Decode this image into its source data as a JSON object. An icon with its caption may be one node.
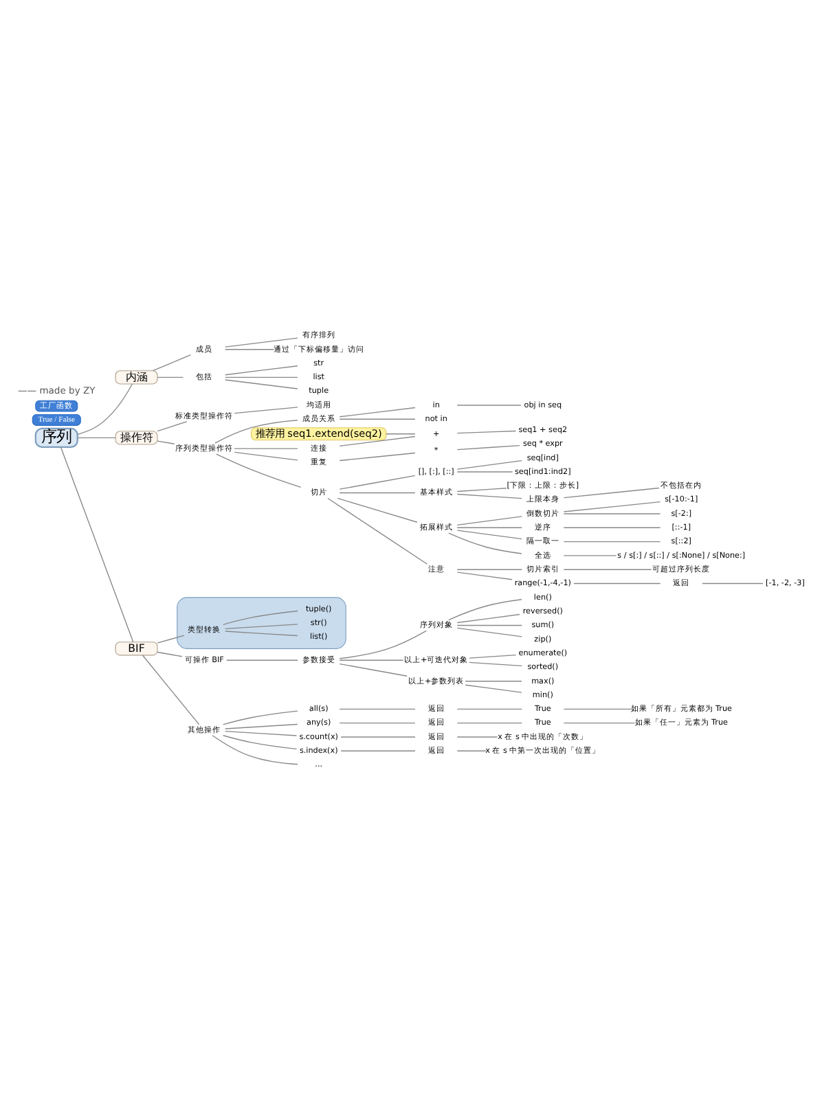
{
  "diagram": {
    "nodes": [
      {
        "text": [
          "序列"
        ]
      },
      {
        "text": [
          "内涵"
        ]
      },
      {
        "text": [
          "成员"
        ]
      },
      {
        "text": [
          "有序排列"
        ]
      },
      {
        "text": [
          "通过「下标偏移量」访问"
        ]
      },
      {
        "text": [
          "包括"
        ]
      },
      {
        "text": [
          "str"
        ]
      },
      {
        "text": [
          "list"
        ]
      },
      {
        "text": [
          "tuple"
        ]
      },
      {
        "text": [
          "操作符"
        ]
      },
      {
        "text": [
          "标准类型操作符"
        ]
      },
      {
        "text": [
          "均适用"
        ]
      },
      {
        "text": [
          "序列类型操作符"
        ]
      },
      {
        "text": [
          "成员关系"
        ]
      },
      {
        "text": [
          "in"
        ]
      },
      {
        "text": [
          "obj in seq"
        ]
      },
      {
        "text": [
          "not in"
        ]
      },
      {
        "text": [
          "True / False"
        ]
      },
      {
        "text": [
          "推荐用 seq1.extend(seq2)"
        ]
      },
      {
        "text": [
          "连接"
        ]
      },
      {
        "text": [
          "+"
        ]
      },
      {
        "text": [
          "seq1 + seq2"
        ]
      },
      {
        "text": [
          "重复"
        ]
      },
      {
        "text": [
          "*"
        ]
      },
      {
        "text": [
          "seq * expr"
        ]
      },
      {
        "text": [
          "切片"
        ]
      },
      {
        "text": [
          "[], [:], [::]"
        ]
      },
      {
        "text": [
          "seq[ind]"
        ]
      },
      {
        "text": [
          "seq[ind1:ind2]"
        ]
      },
      {
        "text": [
          "基本样式"
        ]
      },
      {
        "text": [
          "[下限：上限：步长]"
        ]
      },
      {
        "text": [
          "上限本身"
        ]
      },
      {
        "text": [
          "不包括在内"
        ]
      },
      {
        "text": [
          "拓展样式"
        ]
      },
      {
        "text": [
          "倒数切片"
        ]
      },
      {
        "text": [
          "s[-10:-1]"
        ]
      },
      {
        "text": [
          "s[-2:]"
        ]
      },
      {
        "text": [
          "逆序"
        ]
      },
      {
        "text": [
          "[::-1]"
        ]
      },
      {
        "text": [
          "隔一取一"
        ]
      },
      {
        "text": [
          "s[::2]"
        ]
      },
      {
        "text": [
          "全选"
        ]
      },
      {
        "text": [
          "s / s[:] / s[::] / s[:None] / s[None:]"
        ]
      },
      {
        "text": [
          "注意"
        ]
      },
      {
        "text": [
          "切片索引"
        ]
      },
      {
        "text": [
          "可超过序列长度"
        ]
      },
      {
        "text": [
          "range(-1,-4,-1)"
        ]
      },
      {
        "text": [
          "返回"
        ]
      },
      {
        "text": [
          "[-1, -2, -3]"
        ]
      },
      {
        "text": [
          "BIF"
        ]
      },
      {
        "text": [],
        "shape": "box"
      },
      {
        "text": [
          "类型转换"
        ],
        "in": 50
      },
      {
        "text": [
          "list()"
        ],
        "in": 50
      },
      {
        "text": [
          "str()"
        ],
        "in": 50
      },
      {
        "text": [
          "tuple()"
        ],
        "in": 50
      },
      {
        "text": [
          "工厂函数"
        ]
      },
      {
        "text": [
          "可操作 BIF"
        ]
      },
      {
        "text": [
          "参数接受"
        ]
      },
      {
        "text": [
          "序列对象"
        ]
      },
      {
        "text": [
          "len()"
        ]
      },
      {
        "text": [
          "reversed()"
        ]
      },
      {
        "text": [
          "sum()"
        ]
      },
      {
        "text": [
          "zip()"
        ]
      },
      {
        "text": [
          "以上+可迭代对象"
        ]
      },
      {
        "text": [
          "enumerate()"
        ]
      },
      {
        "text": [
          "sorted()"
        ]
      },
      {
        "text": [
          "以上+参数列表"
        ]
      },
      {
        "text": [
          "max()"
        ]
      },
      {
        "text": [
          "min()"
        ]
      },
      {
        "text": [
          "其他操作"
        ]
      },
      {
        "text": [
          "all(s)"
        ]
      },
      {
        "text": [
          "返回"
        ]
      },
      {
        "text": [
          "True"
        ]
      },
      {
        "text": [
          "如果「所有」元素都为 True"
        ]
      },
      {
        "text": [
          "any(s)"
        ]
      },
      {
        "text": [
          "返回"
        ]
      },
      {
        "text": [
          "True"
        ]
      },
      {
        "text": [
          "如果「任一」元素为 True"
        ]
      },
      {
        "text": [
          "s.count(x)"
        ]
      },
      {
        "text": [
          "返回"
        ]
      },
      {
        "text": [
          "x 在 s 中出现的「次数」"
        ]
      },
      {
        "text": [
          "s.index(x)"
        ]
      },
      {
        "text": [
          "返回"
        ]
      },
      {
        "text": [
          "x 在 s 中第一次出现的「位置」"
        ]
      },
      {
        "text": [
          "..."
        ]
      }
    ],
    "edges": [
      {
        "from": 0,
        "to": 1,
        "arrow": "none"
      },
      {
        "from": 1,
        "to": 2,
        "arrow": "none"
      },
      {
        "from": 2,
        "to": 3,
        "arrow": "none"
      },
      {
        "from": 2,
        "to": 4,
        "arrow": "none"
      },
      {
        "from": 1,
        "to": 5,
        "arrow": "none"
      },
      {
        "from": 5,
        "to": 6,
        "arrow": "none"
      },
      {
        "from": 5,
        "to": 7,
        "arrow": "none"
      },
      {
        "from": 5,
        "to": 8,
        "arrow": "none"
      },
      {
        "from": 0,
        "to": 9,
        "arrow": "none"
      },
      {
        "from": 9,
        "to": 10,
        "arrow": "none"
      },
      {
        "from": 10,
        "to": 11,
        "arrow": "none"
      },
      {
        "from": 9,
        "to": 12,
        "arrow": "none"
      },
      {
        "from": 12,
        "to": 13,
        "arrow": "none"
      },
      {
        "from": 13,
        "to": 14,
        "arrow": "none"
      },
      {
        "from": 14,
        "to": 15,
        "arrow": "none"
      },
      {
        "from": 13,
        "to": 16,
        "arrow": "none"
      },
      {
        "from": 18,
        "to": 20,
        "arrow": "none"
      },
      {
        "from": 12,
        "to": 19,
        "arrow": "none"
      },
      {
        "from": 19,
        "to": 20,
        "arrow": "none"
      },
      {
        "from": 20,
        "to": 21,
        "arrow": "none"
      },
      {
        "from": 12,
        "to": 22,
        "arrow": "none"
      },
      {
        "from": 22,
        "to": 23,
        "arrow": "none"
      },
      {
        "from": 23,
        "to": 24,
        "arrow": "none"
      },
      {
        "from": 12,
        "to": 25,
        "arrow": "none"
      },
      {
        "from": 25,
        "to": 26,
        "arrow": "none"
      },
      {
        "from": 26,
        "to": 27,
        "arrow": "none"
      },
      {
        "from": 26,
        "to": 28,
        "arrow": "none"
      },
      {
        "from": 25,
        "to": 29,
        "arrow": "none"
      },
      {
        "from": 29,
        "to": 30,
        "arrow": "none"
      },
      {
        "from": 29,
        "to": 31,
        "arrow": "none"
      },
      {
        "from": 31,
        "to": 32,
        "arrow": "none"
      },
      {
        "from": 25,
        "to": 33,
        "arrow": "none"
      },
      {
        "from": 33,
        "to": 34,
        "arrow": "none"
      },
      {
        "from": 34,
        "to": 35,
        "arrow": "none"
      },
      {
        "from": 34,
        "to": 36,
        "arrow": "none"
      },
      {
        "from": 33,
        "to": 37,
        "arrow": "none"
      },
      {
        "from": 37,
        "to": 38,
        "arrow": "none"
      },
      {
        "from": 33,
        "to": 39,
        "arrow": "none"
      },
      {
        "from": 39,
        "to": 40,
        "arrow": "none"
      },
      {
        "from": 33,
        "to": 41,
        "arrow": "none"
      },
      {
        "from": 41,
        "to": 42,
        "arrow": "none"
      },
      {
        "from": 25,
        "to": 43,
        "arrow": "none"
      },
      {
        "from": 43,
        "to": 44,
        "arrow": "none"
      },
      {
        "from": 44,
        "to": 45,
        "arrow": "none"
      },
      {
        "from": 43,
        "to": 46,
        "arrow": "none"
      },
      {
        "from": 46,
        "to": 47,
        "arrow": "none"
      },
      {
        "from": 47,
        "to": 48,
        "arrow": "none"
      },
      {
        "from": 0,
        "to": 49,
        "arrow": "none"
      },
      {
        "from": 49,
        "to": 51,
        "arrow": "none"
      },
      {
        "from": 51,
        "to": 52,
        "arrow": "none"
      },
      {
        "from": 51,
        "to": 53,
        "arrow": "none"
      },
      {
        "from": 51,
        "to": 54,
        "arrow": "none"
      },
      {
        "from": 49,
        "to": 56,
        "arrow": "none"
      },
      {
        "from": 56,
        "to": 57,
        "arrow": "none"
      },
      {
        "from": 57,
        "to": 58,
        "arrow": "none"
      },
      {
        "from": 58,
        "to": 59,
        "arrow": "none"
      },
      {
        "from": 58,
        "to": 60,
        "arrow": "none"
      },
      {
        "from": 58,
        "to": 61,
        "arrow": "none"
      },
      {
        "from": 58,
        "to": 62,
        "arrow": "none"
      },
      {
        "from": 57,
        "to": 63,
        "arrow": "none"
      },
      {
        "from": 63,
        "to": 64,
        "arrow": "none"
      },
      {
        "from": 63,
        "to": 65,
        "arrow": "none"
      },
      {
        "from": 57,
        "to": 66,
        "arrow": "none"
      },
      {
        "from": 66,
        "to": 67,
        "arrow": "none"
      },
      {
        "from": 66,
        "to": 68,
        "arrow": "none"
      },
      {
        "from": 49,
        "to": 69,
        "arrow": "none"
      },
      {
        "from": 69,
        "to": 70,
        "arrow": "none"
      },
      {
        "from": 70,
        "to": 71,
        "arrow": "none"
      },
      {
        "from": 71,
        "to": 72,
        "arrow": "none"
      },
      {
        "from": 72,
        "to": 73,
        "arrow": "none"
      },
      {
        "from": 69,
        "to": 74,
        "arrow": "none"
      },
      {
        "from": 74,
        "to": 75,
        "arrow": "none"
      },
      {
        "from": 75,
        "to": 76,
        "arrow": "none"
      },
      {
        "from": 76,
        "to": 77,
        "arrow": "none"
      },
      {
        "from": 69,
        "to": 78,
        "arrow": "none"
      },
      {
        "from": 78,
        "to": 79,
        "arrow": "none"
      },
      {
        "from": 79,
        "to": 80,
        "arrow": "none"
      },
      {
        "from": 69,
        "to": 81,
        "arrow": "none"
      },
      {
        "from": 81,
        "to": 82,
        "arrow": "none"
      },
      {
        "from": 82,
        "to": 83,
        "arrow": "none"
      },
      {
        "from": 69,
        "to": 84,
        "arrow": "none"
      }
    ],
    "labels": [
      "—— made by ZY"
    ]
  }
}
